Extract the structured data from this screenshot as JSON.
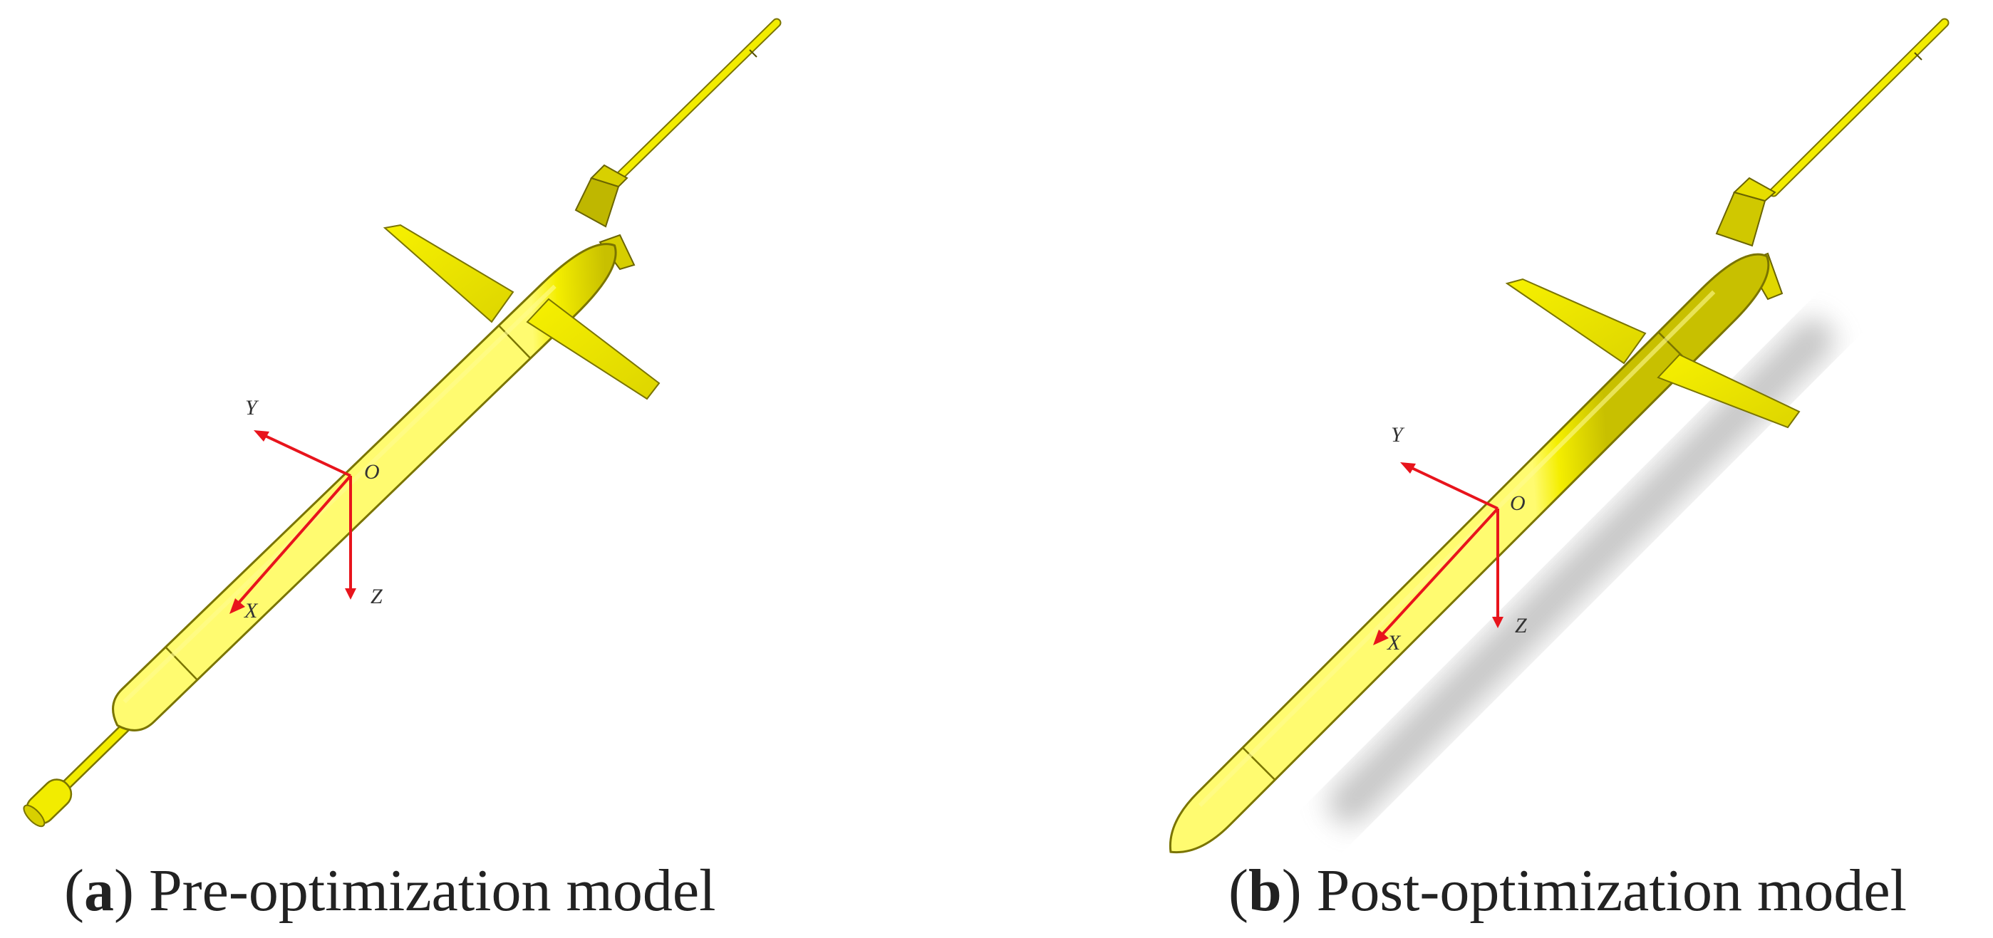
{
  "colors": {
    "body": "#f2ec00",
    "body_shade": "#b8b000",
    "body_highlight": "#fffb70",
    "outline": "#7a7400",
    "axis": "#e8141c"
  },
  "panel_a": {
    "caption_open": "(",
    "caption_letter": "a",
    "caption_text": ") Pre-optimization model",
    "axes": {
      "x": "X",
      "y": "Y",
      "z": "Z",
      "origin": "O"
    }
  },
  "panel_b": {
    "caption_open": "(",
    "caption_letter": "b",
    "caption_text": ") Post-optimization model",
    "axes": {
      "x": "X",
      "y": "Y",
      "z": "Z",
      "origin": "O"
    }
  }
}
